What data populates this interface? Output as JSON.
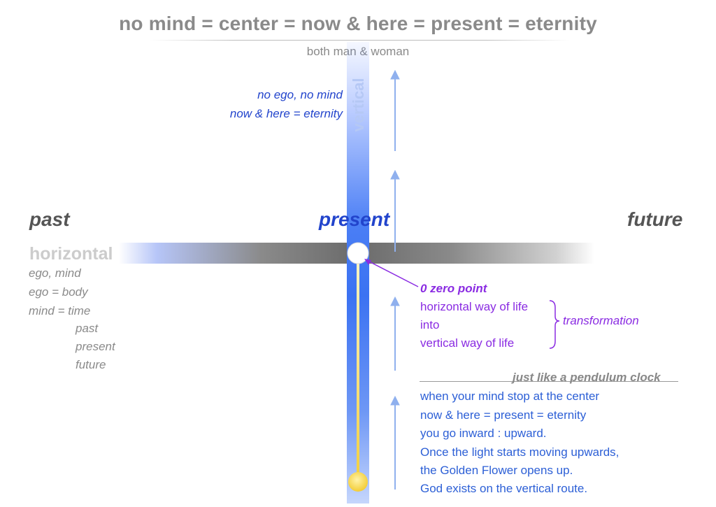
{
  "title": "no mind = center = now & here = present = eternity",
  "subtitle": "both man & woman",
  "vertical_word": "vertical",
  "horizontal_word": "horizontal",
  "top_left_text": [
    "no ego, no mind",
    "now & here = eternity"
  ],
  "axis_labels": {
    "past": "past",
    "present": "present",
    "future": "future"
  },
  "left_notes": [
    "ego, mind",
    "ego = body",
    "mind = time"
  ],
  "time_list": [
    "past",
    "present",
    "future"
  ],
  "zero_point": "0 zero point",
  "transformation_lines": [
    "horizontal way of life",
    "into",
    "vertical way of life"
  ],
  "transformation_label": "transformation",
  "pendulum_label": "just like a pendulum clock",
  "bottom_text": [
    "when your mind stop at the center",
    "now & here = present = eternity",
    "you go inward : upward.",
    "Once the light starts moving upwards,",
    "the Golden Flower opens up.",
    "God exists on the vertical route."
  ],
  "colors": {
    "blue": "#2244cc",
    "purple": "#8a2be2",
    "gold": "#f5d75a",
    "grey": "#8a8a8a"
  }
}
